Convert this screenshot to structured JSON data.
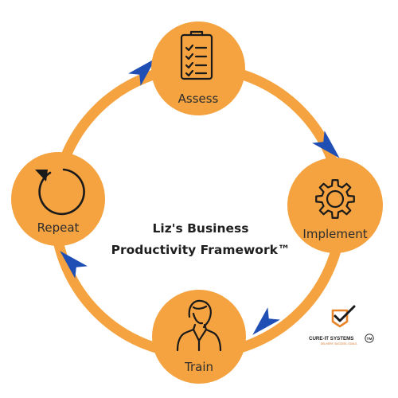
{
  "diagram": {
    "title_line1": "Liz's Business",
    "title_line2": "Productivity Framework™",
    "colors": {
      "ring": "#f4a340",
      "node": "#f4a340",
      "arrow": "#1f4fb4",
      "icon": "#1a1a1a"
    },
    "nodes": [
      {
        "label": "Assess",
        "icon": "clipboard-checklist-icon"
      },
      {
        "label": "Implement",
        "icon": "gear-icon"
      },
      {
        "label": "Train",
        "icon": "person-icon"
      },
      {
        "label": "Repeat",
        "icon": "refresh-icon"
      }
    ]
  },
  "logo": {
    "name": "CURE-IT SYSTEMS",
    "mark": "TM",
    "tagline": "DELIVERY. SUCCESS. GOALS.",
    "colors": {
      "accent": "#e8852a",
      "dark": "#1a1a1a"
    }
  }
}
